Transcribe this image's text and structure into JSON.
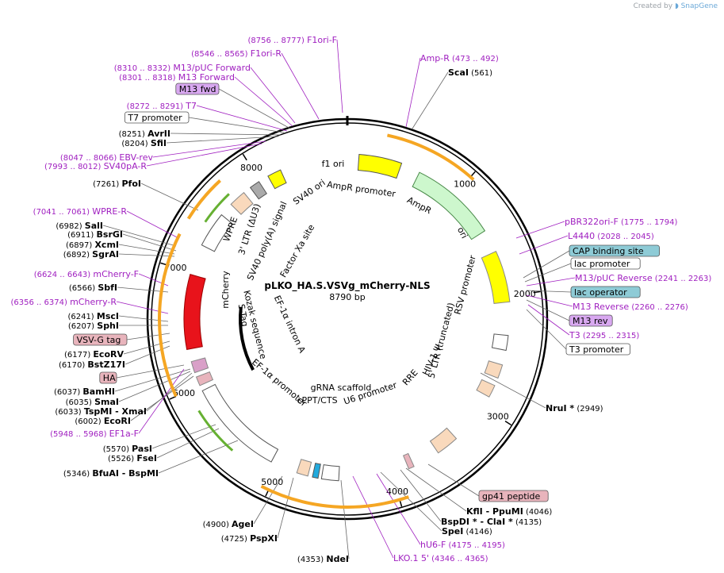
{
  "brand": {
    "created_by": "Created by",
    "name": "SnapGene"
  },
  "plasmid": {
    "name": "pLKO_HA.S.VSVg_mCherry-NLS",
    "length_label": "8790 bp",
    "length": 8790
  },
  "colors": {
    "primer": "#a020c0",
    "feature_orange": "#f5a623",
    "mcherry": "#e8131b",
    "ampr": "#cdf7cd",
    "f1ori": "#ffff00",
    "ori": "#ffff00",
    "ltr": "#f9d9bc",
    "pink_tag": "#e8b4bc",
    "blue_tag": "#8ecbd6",
    "lilac_tag": "#d8a8f0"
  },
  "ticks": [
    {
      "label": "1000",
      "pos": 1000
    },
    {
      "label": "2000",
      "pos": 2000
    },
    {
      "label": "3000",
      "pos": 3000
    },
    {
      "label": "4000",
      "pos": 4000
    },
    {
      "label": "5000",
      "pos": 5000
    },
    {
      "label": "6000",
      "pos": 6000
    },
    {
      "label": "7000",
      "pos": 7000
    },
    {
      "label": "8000",
      "pos": 8000
    }
  ],
  "inner_features": [
    {
      "name": "f1 ori",
      "kind": "f1ori"
    },
    {
      "name": "AmpR promoter",
      "kind": "text"
    },
    {
      "name": "AmpR",
      "kind": "ampr"
    },
    {
      "name": "ori",
      "kind": "ori"
    },
    {
      "name": "RSV promoter",
      "kind": "text"
    },
    {
      "name": "5' LTR (truncated)",
      "kind": "text"
    },
    {
      "name": "HIV-1 Ψ",
      "kind": "text"
    },
    {
      "name": "RRE",
      "kind": "text"
    },
    {
      "name": "U6 promoter",
      "kind": "text"
    },
    {
      "name": "gRNA scaffold",
      "kind": "text"
    },
    {
      "name": "cPPT/CTS",
      "kind": "text"
    },
    {
      "name": "EF-1α promoter",
      "kind": "text"
    },
    {
      "name": "EF-1α intron A",
      "kind": "text"
    },
    {
      "name": "Kozak sequence",
      "kind": "text"
    },
    {
      "name": "S-Tag",
      "kind": "text"
    },
    {
      "name": "mCherry",
      "kind": "mcherry"
    },
    {
      "name": "WPRE",
      "kind": "text"
    },
    {
      "name": "3' LTR (ΔU3)",
      "kind": "text"
    },
    {
      "name": "SV40 poly(A) signal",
      "kind": "text"
    },
    {
      "name": "Factor Xa site",
      "kind": "text"
    },
    {
      "name": "SV40 ori",
      "kind": "text"
    }
  ],
  "left_labels": [
    {
      "coord": "(8756 .. 8777)",
      "name": "F1ori-F",
      "type": "primer"
    },
    {
      "coord": "(8546 .. 8565)",
      "name": "F1ori-R",
      "type": "primer"
    },
    {
      "coord": "(8310 .. 8332)",
      "name": "M13/pUC Forward",
      "type": "primer"
    },
    {
      "coord": "(8301 .. 8318)",
      "name": "M13 Forward",
      "type": "primer"
    },
    {
      "coord": "",
      "name": "M13 fwd",
      "type": "tag_lilac"
    },
    {
      "coord": "(8272 .. 8291)",
      "name": "T7",
      "type": "primer"
    },
    {
      "coord": "",
      "name": "T7 promoter",
      "type": "tag_white"
    },
    {
      "coord": "(8251)",
      "name": "AvrII",
      "type": "site"
    },
    {
      "coord": "(8204)",
      "name": "SfiI",
      "type": "site"
    },
    {
      "coord": "(8047 .. 8066)",
      "name": "EBV-rev",
      "type": "primer"
    },
    {
      "coord": "(7993 .. 8012)",
      "name": "SV40pA-R",
      "type": "primer"
    },
    {
      "coord": "(7261)",
      "name": "PfoI",
      "type": "site"
    },
    {
      "coord": "(7041 .. 7061)",
      "name": "WPRE-R",
      "type": "primer"
    },
    {
      "coord": "(6982)",
      "name": "SalI",
      "type": "site"
    },
    {
      "coord": "(6911)",
      "name": "BsrGI",
      "type": "site"
    },
    {
      "coord": "(6897)",
      "name": "XcmI",
      "type": "site"
    },
    {
      "coord": "(6892)",
      "name": "SgrAI",
      "type": "site"
    },
    {
      "coord": "(6624 .. 6643)",
      "name": "mCherry-F",
      "type": "primer"
    },
    {
      "coord": "(6566)",
      "name": "SbfI",
      "type": "site"
    },
    {
      "coord": "(6356 .. 6374)",
      "name": "mCherry-R",
      "type": "primer"
    },
    {
      "coord": "(6241)",
      "name": "MscI",
      "type": "site"
    },
    {
      "coord": "(6207)",
      "name": "SphI",
      "type": "site"
    },
    {
      "coord": "",
      "name": "VSV-G tag",
      "type": "tag_pink"
    },
    {
      "coord": "(6177)",
      "name": "EcoRV",
      "type": "site"
    },
    {
      "coord": "(6170)",
      "name": "BstZ17I",
      "type": "site"
    },
    {
      "coord": "",
      "name": "HA",
      "type": "tag_pink"
    },
    {
      "coord": "(6037)",
      "name": "BamHI",
      "type": "site"
    },
    {
      "coord": "(6035)",
      "name": "SmaI",
      "type": "site"
    },
    {
      "coord": "(6033)",
      "name": "TspMI - XmaI",
      "type": "site"
    },
    {
      "coord": "(6002)",
      "name": "EcoRI",
      "type": "site"
    },
    {
      "coord": "(5948 .. 5968)",
      "name": "EF1a-F",
      "type": "primer"
    },
    {
      "coord": "(5570)",
      "name": "PasI",
      "type": "site"
    },
    {
      "coord": "(5526)",
      "name": "FseI",
      "type": "site"
    },
    {
      "coord": "(5346)",
      "name": "BfuAI - BspMI",
      "type": "site"
    }
  ],
  "right_labels": [
    {
      "name": "Amp-R",
      "coord": "(473 .. 492)",
      "type": "primer"
    },
    {
      "name": "ScaI",
      "coord": "(561)",
      "type": "site"
    },
    {
      "name": "pBR322ori-F",
      "coord": "(1775 .. 1794)",
      "type": "primer"
    },
    {
      "name": "L4440",
      "coord": "(2028 .. 2045)",
      "type": "primer"
    },
    {
      "name": "CAP binding site",
      "coord": "",
      "type": "tag_blue"
    },
    {
      "name": "lac promoter",
      "coord": "",
      "type": "tag_white"
    },
    {
      "name": "M13/pUC Reverse",
      "coord": "(2241 .. 2263)",
      "type": "primer"
    },
    {
      "name": "lac operator",
      "coord": "",
      "type": "tag_blue"
    },
    {
      "name": "M13 Reverse",
      "coord": "(2260 .. 2276)",
      "type": "primer"
    },
    {
      "name": "M13 rev",
      "coord": "",
      "type": "tag_lilac"
    },
    {
      "name": "T3",
      "coord": "(2295 .. 2315)",
      "type": "primer"
    },
    {
      "name": "T3 promoter",
      "coord": "",
      "type": "tag_white"
    },
    {
      "name": "NruI *",
      "coord": "(2949)",
      "type": "site"
    },
    {
      "name": "gp41 peptide",
      "coord": "",
      "type": "tag_pink"
    },
    {
      "name": "KflI - PpuMI",
      "coord": "(4046)",
      "type": "site"
    },
    {
      "name": "BspDI * - ClaI *",
      "coord": "(4135)",
      "type": "site"
    },
    {
      "name": "SpeI",
      "coord": "(4146)",
      "type": "site"
    },
    {
      "name": "hU6-F",
      "coord": "(4175 .. 4195)",
      "type": "primer"
    },
    {
      "name": "LKO.1 5'",
      "coord": "(4346 .. 4365)",
      "type": "primer"
    }
  ],
  "bottom_labels": [
    {
      "coord": "(4900)",
      "name": "AgeI",
      "type": "site"
    },
    {
      "coord": "(4725)",
      "name": "PspXI",
      "type": "site"
    },
    {
      "coord": "(4353)",
      "name": "NdeI",
      "type": "site"
    }
  ]
}
